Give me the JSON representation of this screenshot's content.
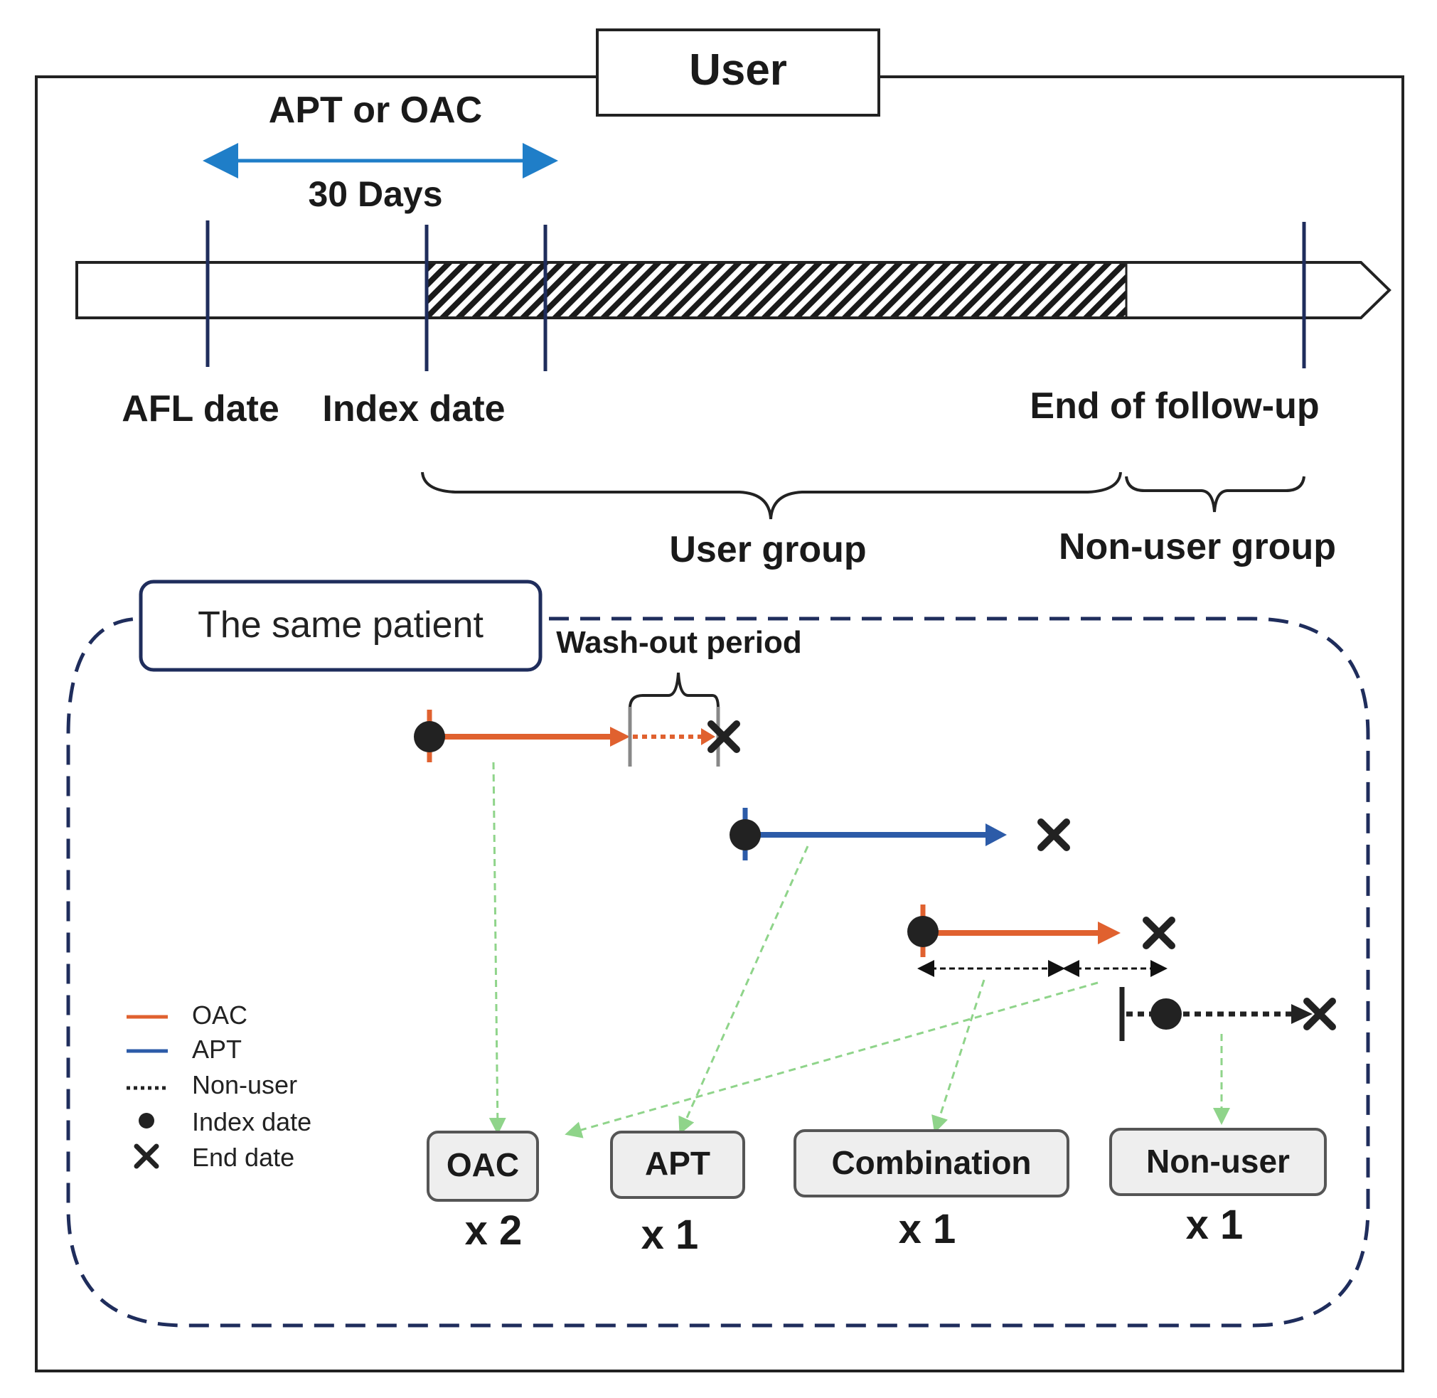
{
  "header": {
    "title": "User"
  },
  "timeline": {
    "exposure_label": "APT or OAC",
    "window_label": "30 Days",
    "afl_label": "AFL date",
    "index_label": "Index date",
    "end_label": "End of follow-up",
    "user_group_label": "User group",
    "nonuser_group_label": "Non-user group"
  },
  "patient": {
    "title": "The same patient",
    "washout_label": "Wash-out period"
  },
  "legend": {
    "items": [
      {
        "label": "OAC"
      },
      {
        "label": "APT"
      },
      {
        "label": "Non-user"
      },
      {
        "label": "Index date"
      },
      {
        "label": "End date"
      }
    ]
  },
  "groups": [
    {
      "label": "OAC",
      "count": "x 2"
    },
    {
      "label": "APT",
      "count": "x 1"
    },
    {
      "label": "Combination",
      "count": "x 1"
    },
    {
      "label": "Non-user",
      "count": "x 1"
    }
  ],
  "colors": {
    "oac": "#e0612f",
    "apt": "#2c5ba8",
    "dark_blue": "#1f2d5c",
    "green": "#8fd48a"
  }
}
